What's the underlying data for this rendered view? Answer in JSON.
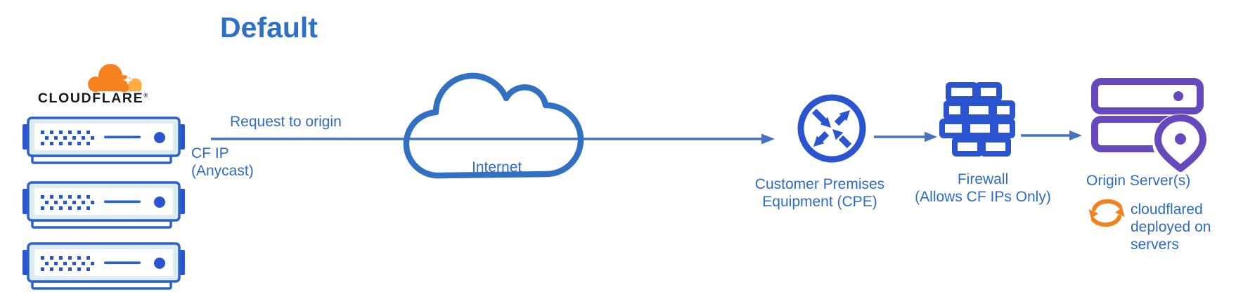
{
  "title": "Default",
  "colors": {
    "label_blue": "#2E6BC3",
    "arrow_blue": "#4472C4",
    "icon_blue": "#2B55D0",
    "server_border_blue": "#2B62C9",
    "cloud_outline_blue": "#3270C2",
    "server_fill_light_blue": "#DDEBF5",
    "cloudflare_orange": "#F6821F",
    "cloudflare_light_orange": "#FBAD41",
    "sync_orange": "#F48120",
    "origin_purple": "#6749BE",
    "wordmark_black": "#17181A"
  },
  "cloudflare": {
    "wordmark": "CLOUDFLARE",
    "registered_mark": "®"
  },
  "request_arrow": {
    "label": "Request to origin",
    "sublabel_line1": "CF IP",
    "sublabel_line2": "(Anycast)"
  },
  "internet_cloud": {
    "label": "Internet"
  },
  "cpe": {
    "label_line1": "Customer Premises",
    "label_line2": "Equipment (CPE)"
  },
  "firewall": {
    "label_line1": "Firewall",
    "label_line2": "(Allows CF IPs Only)"
  },
  "origin": {
    "label": "Origin Server(s)",
    "note_line1": "cloudflared",
    "note_line2": "deployed on",
    "note_line3": "servers"
  }
}
